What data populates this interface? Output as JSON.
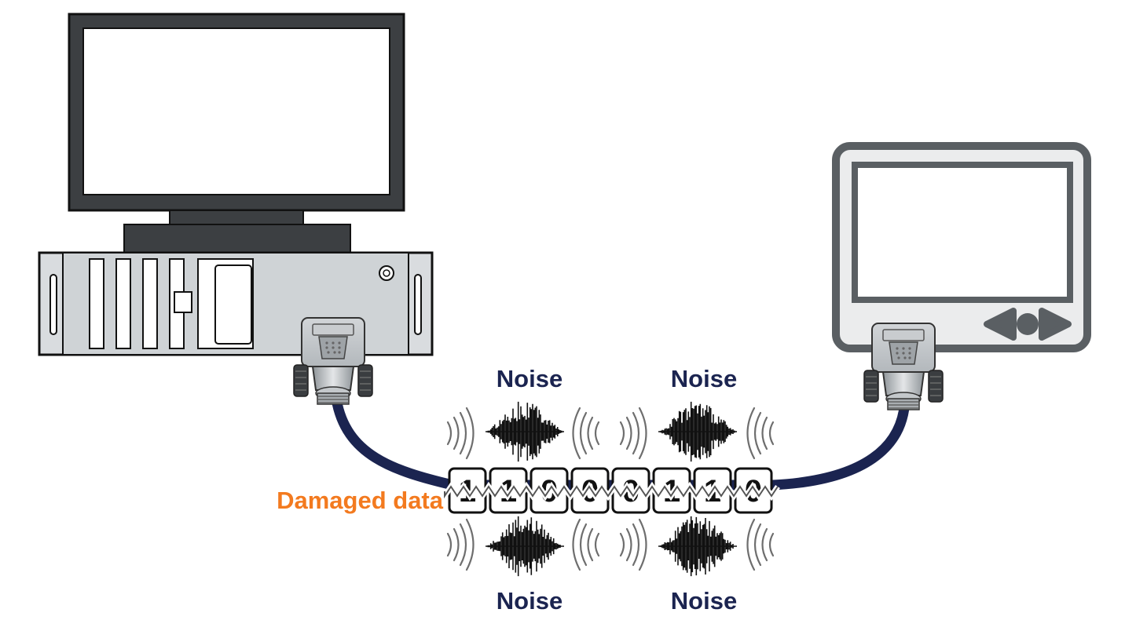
{
  "labels": {
    "noise_top_left": "Noise",
    "noise_top_right": "Noise",
    "noise_bottom_left": "Noise",
    "noise_bottom_right": "Noise",
    "damaged": "Damaged data"
  },
  "bits": [
    "1",
    "1",
    "0",
    "0",
    "0",
    "1",
    "1",
    "0"
  ],
  "colors": {
    "cable": "#1b2450",
    "noise_text": "#1b2450",
    "damaged_text": "#f37a1f",
    "device_frame": "#5a5f63"
  },
  "icons": {
    "computer": "desktop-computer-icon",
    "hmi": "hmi-panel-icon",
    "connector": "db9-connector-icon",
    "noise": "audio-waveform-icon"
  }
}
